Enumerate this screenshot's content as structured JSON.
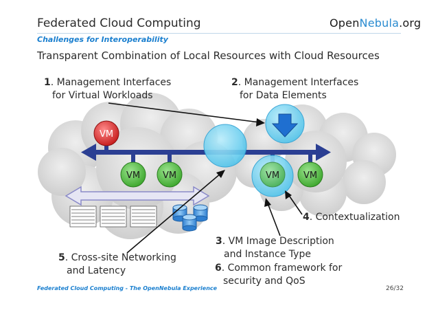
{
  "header": {
    "title": "Federated Cloud Computing",
    "logo_open": "Open",
    "logo_nebula": "Nebula",
    "logo_org": ".org",
    "subtitle": "Challenges for Interoperability",
    "heading": "Transparent Combination of Local Resources with Cloud Resources"
  },
  "labels": {
    "l1_num": "1",
    "l1_line1": ". Management Interfaces",
    "l1_line2": "for Virtual Workloads",
    "l2_num": "2",
    "l2_line1": ". Management Interfaces",
    "l2_line2": "for Data Elements",
    "l3_num": "3",
    "l3_line1": ". VM Image Description",
    "l3_line2": "and Instance Type",
    "l4_num": "4",
    "l4_line1": ". Contextualization",
    "l5_num": "5",
    "l5_line1": ". Cross-site Networking",
    "l5_line2": "and Latency",
    "l6_num": "6",
    "l6_line1": ". Common framework for",
    "l6_line2": "security and QoS"
  },
  "vms": {
    "red": "VM",
    "green1": "VM",
    "green2": "VM",
    "blue": "VM",
    "green3": "VM"
  },
  "colors": {
    "accent": "#1a7fcf",
    "network_arrow": "#2b3f93",
    "vm_red": "#d42a2a",
    "vm_green": "#49b535",
    "bubble": "#6fd0f0",
    "cloud": "#d9d9d9"
  },
  "footer": {
    "text": "Federated Cloud Computing - The OpenNebula Experience",
    "page": "26/32"
  }
}
